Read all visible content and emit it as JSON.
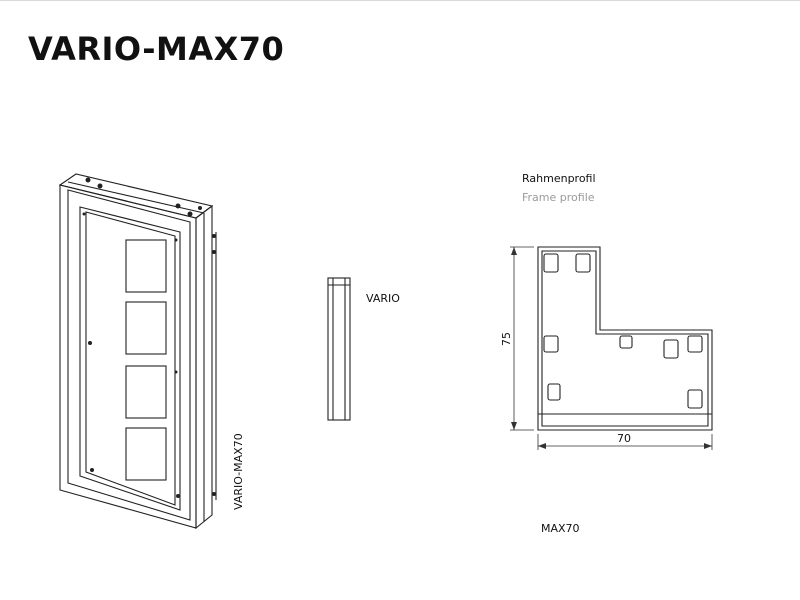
{
  "title": "VARIO-MAX70",
  "frame_profile": {
    "heading_de": "Rahmenprofil",
    "heading_en": "Frame profile",
    "dim_height": "75",
    "dim_width": "70",
    "caption": "MAX70"
  },
  "vario_label": "VARIO",
  "vertical_label": "VARIO-MAX70"
}
